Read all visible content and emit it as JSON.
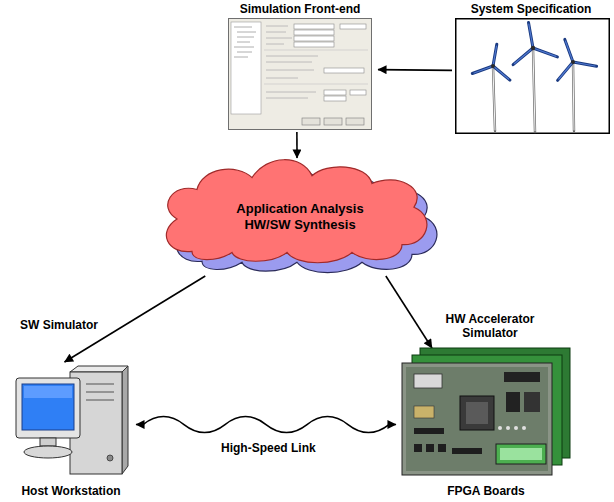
{
  "diagram": {
    "nodes": [
      {
        "text": [
          "Simulation Front-end"
        ]
      },
      {
        "text": [
          "System Specification"
        ]
      },
      {
        "text": [
          "Application Analysis HW/SW Synthesis"
        ]
      },
      {
        "text": [
          "Host Workstation"
        ]
      },
      {
        "text": [
          "FPGA Boards"
        ]
      }
    ],
    "edges": [
      {
        "from": 1,
        "to": 0,
        "arrow": "to"
      },
      {
        "from": 0,
        "to": 2,
        "arrow": "to"
      },
      {
        "from": 2,
        "to": 3,
        "arrow": "to",
        "label": "SW Simulator"
      },
      {
        "from": 2,
        "to": 4,
        "arrow": "to",
        "label": "HW Accelerator Simulator"
      },
      {
        "from": 3,
        "to": 4,
        "arrow": "both",
        "label": "High-Speed Link"
      }
    ]
  }
}
